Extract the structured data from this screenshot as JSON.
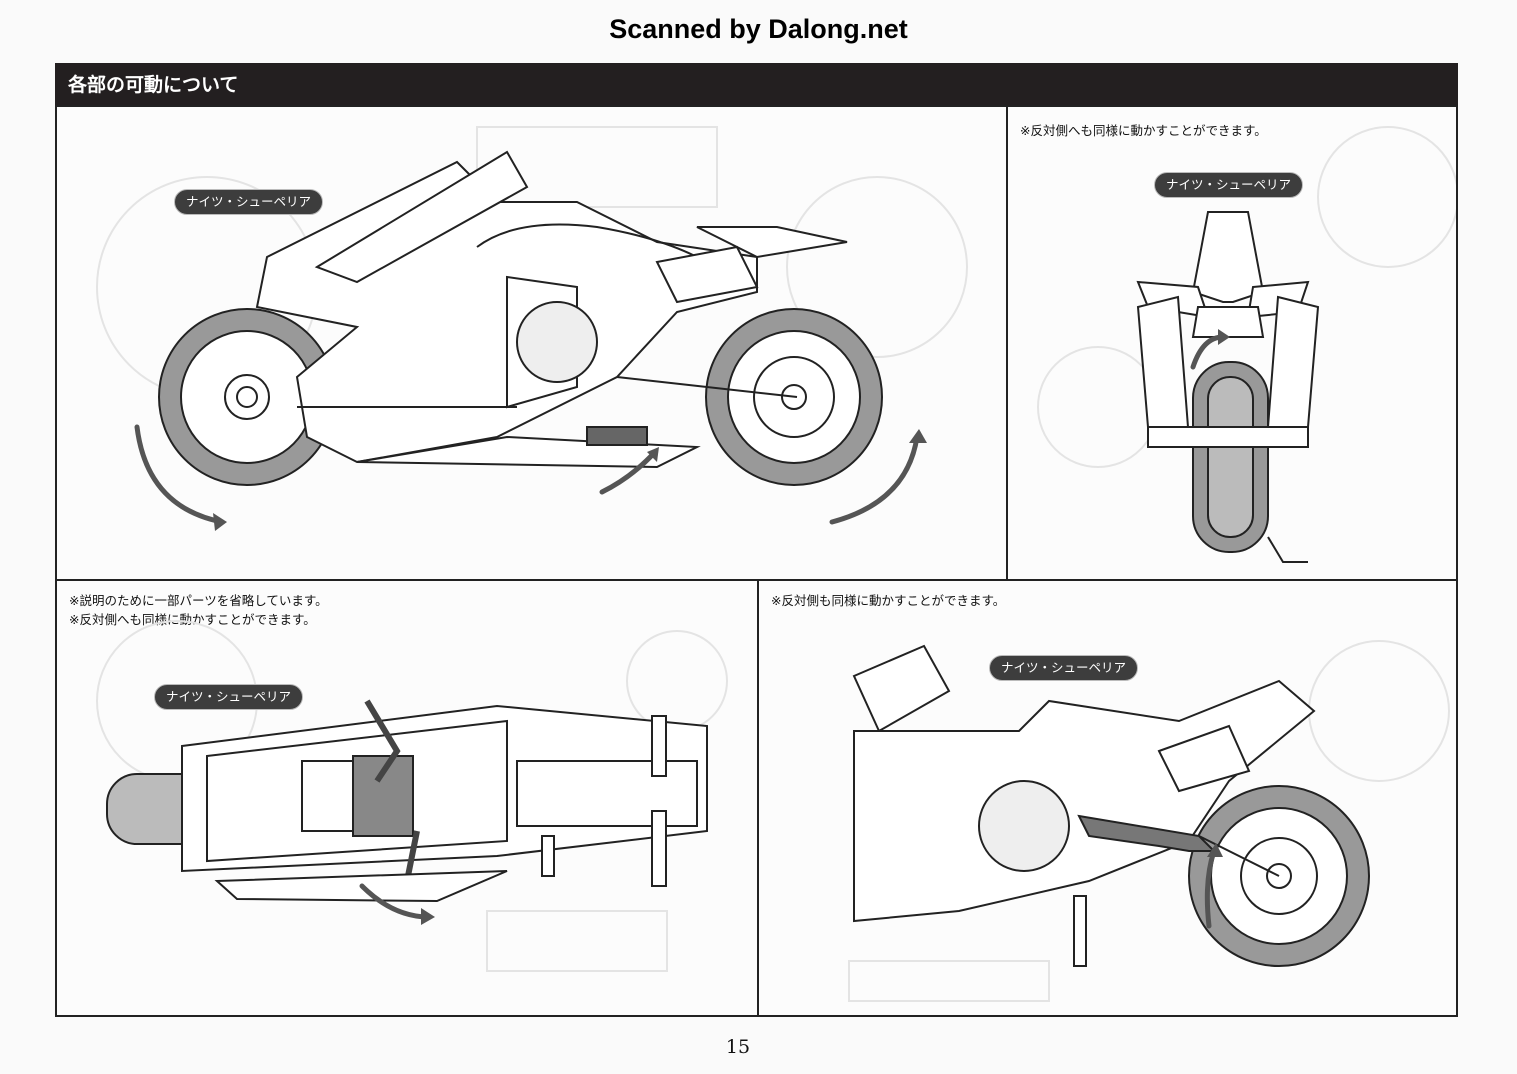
{
  "watermark": "Scanned by Dalong.net",
  "section_title": "各部の可動について",
  "panels": {
    "side_view": {
      "badge": "ナイツ・シューペリア"
    },
    "rear_view": {
      "note": "※反対側へも同様に動かすことができます。",
      "badge": "ナイツ・シューペリア"
    },
    "top_view": {
      "notes": [
        "※説明のために一部パーツを省略しています。",
        "※反対側へも同様に動かすことができます。"
      ],
      "badge": "ナイツ・シューペリア"
    },
    "swingarm_view": {
      "note": "※反対側も同様に動かすことができます。",
      "badge": "ナイツ・シューペリア"
    }
  },
  "page_number": "15"
}
